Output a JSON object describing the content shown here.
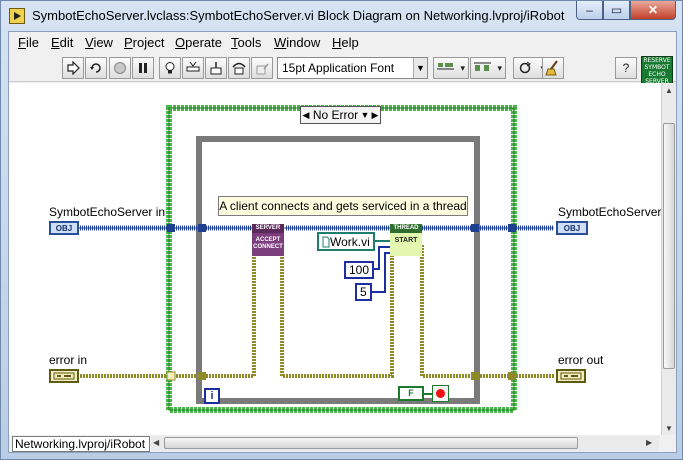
{
  "window": {
    "title": "SymbotEchoServer.lvclass:SymbotEchoServer.vi Block Diagram on Networking.lvproj/iRobot",
    "controls": {
      "minimize": "–",
      "maximize": "▭",
      "close": "✕"
    }
  },
  "menu": {
    "items": [
      {
        "hot": "F",
        "rest": "ile"
      },
      {
        "hot": "E",
        "rest": "dit"
      },
      {
        "hot": "V",
        "rest": "iew"
      },
      {
        "hot": "P",
        "rest": "roject"
      },
      {
        "hot": "O",
        "rest": "perate"
      },
      {
        "hot": "T",
        "rest": "ools"
      },
      {
        "hot": "W",
        "rest": "indow"
      },
      {
        "hot": "H",
        "rest": "elp"
      }
    ]
  },
  "toolbar": {
    "font": "15pt Application Font",
    "run_icon": "run-arrow-icon",
    "continuous_icon": "run-continuously-icon",
    "abort_icon": "abort-icon",
    "pause_icon": "pause-icon"
  },
  "connector_pane": {
    "lines": [
      "RESERVE",
      "SYMBOT",
      "ECHO",
      "SERVER"
    ]
  },
  "diagram": {
    "case_selector": "No Error",
    "comment": "A client connects and gets serviced in a thread",
    "labels": {
      "class_in": "SymbotEchoServer in",
      "class_out": "SymbotEchoServer o",
      "error_in": "error in",
      "error_out": "error out"
    },
    "terminals": {
      "class_in": "OBJ",
      "class_out": "OBJ"
    },
    "subvi_server": {
      "header": "SERVER",
      "body": "ACCEPT CONNECT"
    },
    "subvi_thread": {
      "header": "THREAD",
      "body": "START"
    },
    "path_constant": "Work.vi",
    "constants": [
      "100",
      "5"
    ],
    "iteration": "i",
    "boolean": "F",
    "colors": {
      "class_wire": "#1f3f8f",
      "error_wire": "#8e8a2a",
      "case_border": "#48b648",
      "loop": "#7a7a7a"
    }
  },
  "project_path": "Networking.lvproj/iRobot"
}
